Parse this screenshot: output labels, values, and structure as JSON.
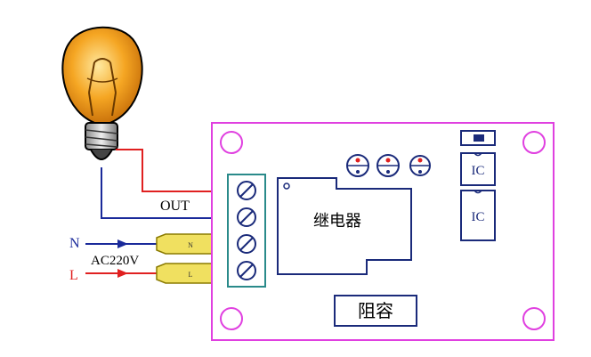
{
  "labels": {
    "out": "OUT",
    "n": "N",
    "l": "L",
    "ac": "AC220V",
    "relay": "继电器",
    "resistor_capacitor": "阻容",
    "ic_top": "IC",
    "ic_bottom": "IC",
    "wire_tab_n": "N",
    "wire_tab_l": "L"
  },
  "colors": {
    "board_outline": "#e040e0",
    "terminal_block": "#2a8a8a",
    "live_wire": "#e02020",
    "neutral_wire": "#1a2a9a",
    "bulb_glass": "#f5a623",
    "wire_tab": "#f0e060",
    "circuit_ink": "#1a2a7a"
  },
  "icons": {
    "bulb": "light-bulb-icon",
    "screw": "terminal-screw-icon",
    "led": "led-icon"
  }
}
